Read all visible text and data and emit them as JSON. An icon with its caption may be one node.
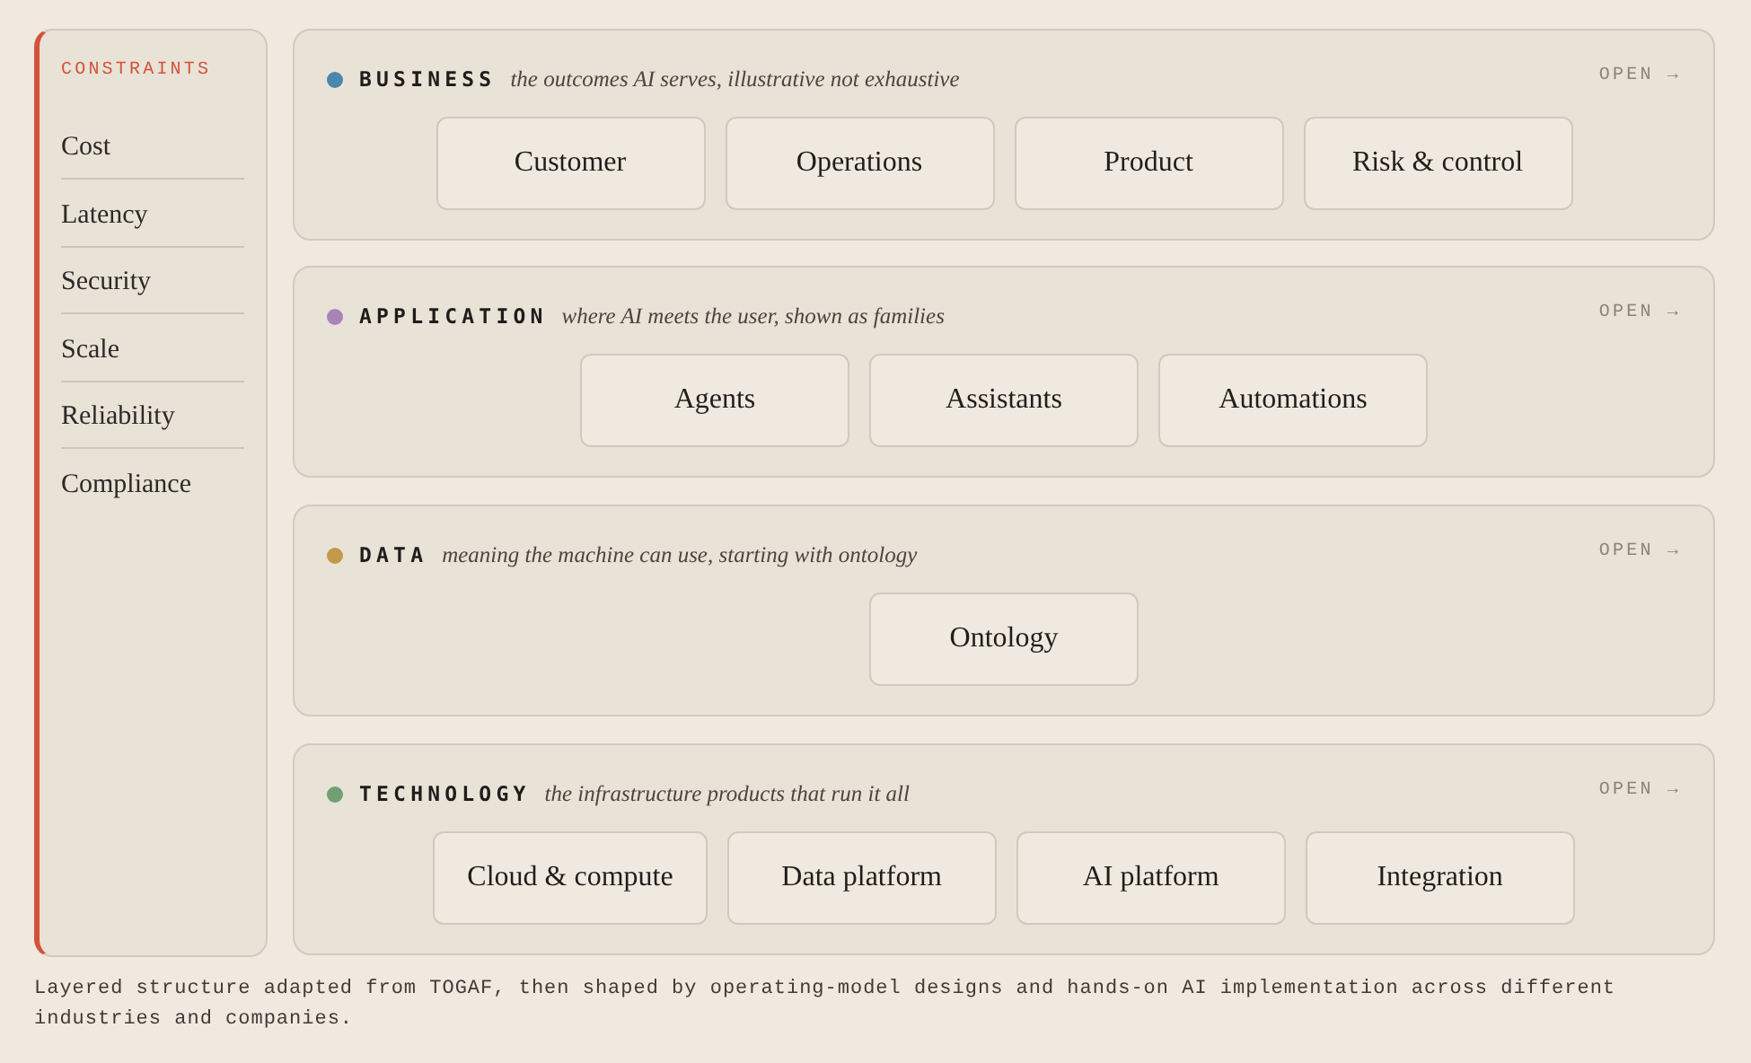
{
  "diagram": {
    "caption": "Layered structure adapted from TOGAF, then shaped by operating-model designs and hands-on AI implementation across different industries and companies.",
    "nodes": [
      {
        "text": [
          "CONSTRAINTS",
          "Cost",
          "Latency",
          "Security",
          "Scale",
          "Reliability",
          "Compliance"
        ]
      },
      {
        "text": [
          "BUSINESS",
          "the outcomes AI serves, illustrative not exhaustive",
          "OPEN →"
        ]
      },
      {
        "text": [
          "Customer"
        ],
        "in": 1
      },
      {
        "text": [
          "Operations"
        ],
        "in": 1
      },
      {
        "text": [
          "Product"
        ],
        "in": 1
      },
      {
        "text": [
          "Risk & control"
        ],
        "in": 1
      },
      {
        "text": [
          "APPLICATION",
          "where AI meets the user, shown as families",
          "OPEN →"
        ]
      },
      {
        "text": [
          "Agents"
        ],
        "in": 6
      },
      {
        "text": [
          "Assistants"
        ],
        "in": 6
      },
      {
        "text": [
          "Automations"
        ],
        "in": 6
      },
      {
        "text": [
          "DATA",
          "meaning the machine can use, starting with ontology",
          "OPEN →"
        ]
      },
      {
        "text": [
          "Ontology"
        ],
        "in": 10
      },
      {
        "text": [
          "TECHNOLOGY",
          "the infrastructure products that run it all",
          "OPEN →"
        ]
      },
      {
        "text": [
          "Cloud & compute"
        ],
        "in": 12
      },
      {
        "text": [
          "Data platform"
        ],
        "in": 12
      },
      {
        "text": [
          "AI platform"
        ],
        "in": 12
      },
      {
        "text": [
          "Integration"
        ],
        "in": 12
      }
    ]
  }
}
